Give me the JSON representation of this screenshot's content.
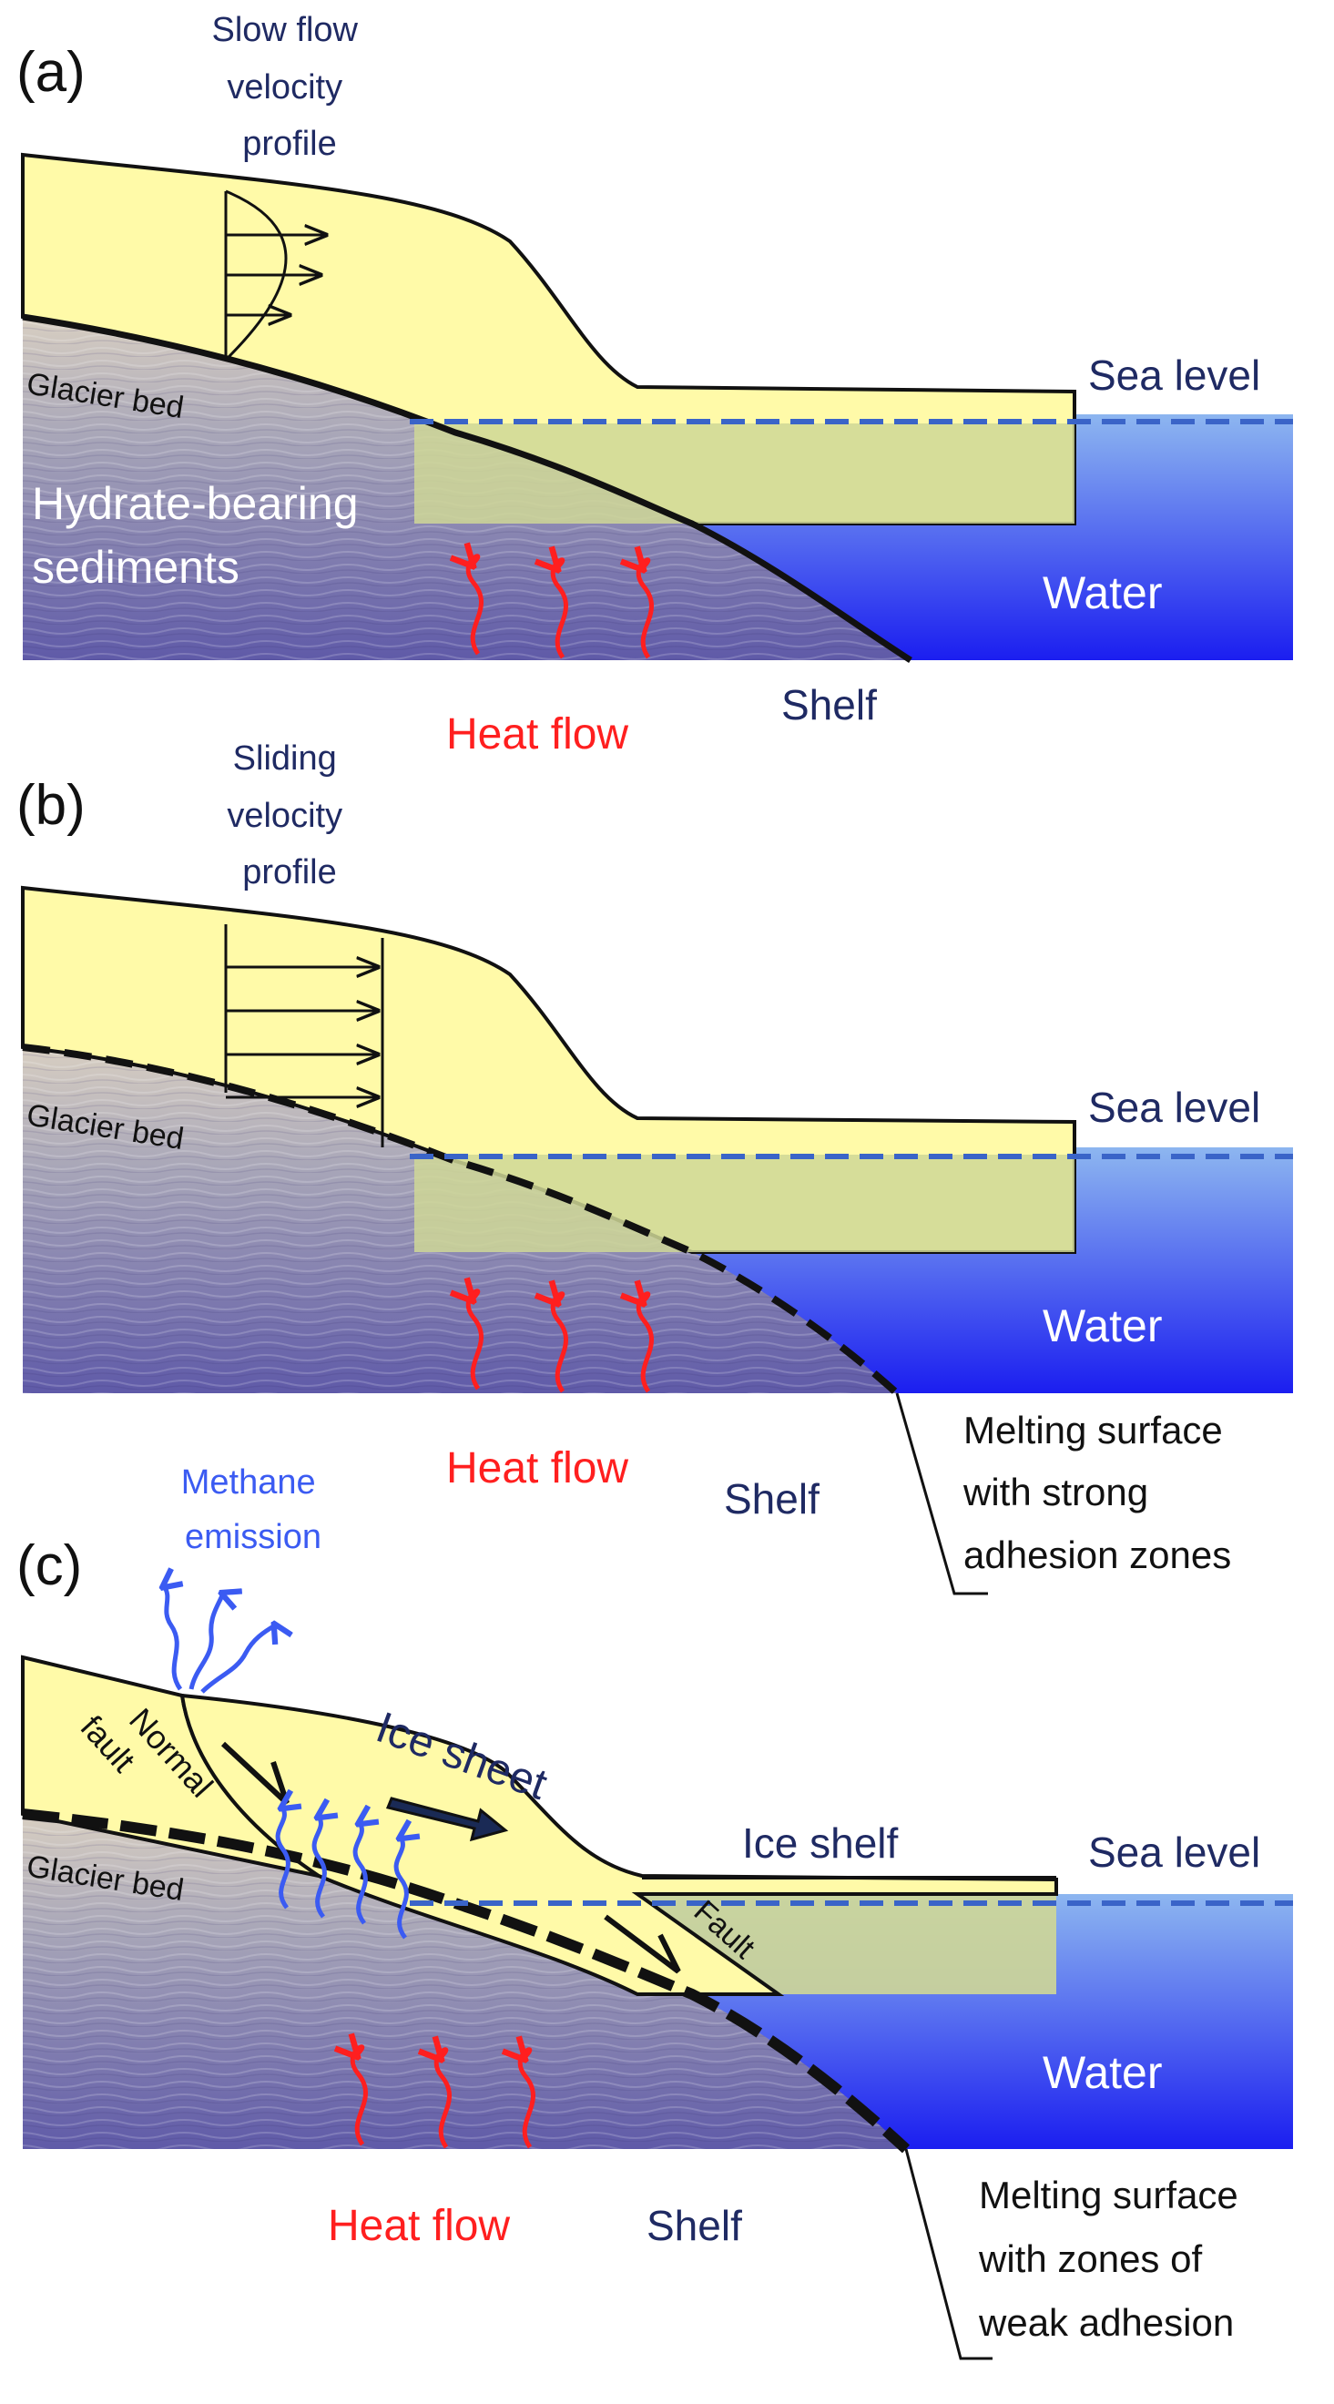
{
  "colors": {
    "ice": "#fffaa8",
    "ice_floating": "#cfd796",
    "water_top": "#8db6f0",
    "water_bottom": "#1b1ef0",
    "sediment_top": "#d8cfc2",
    "sediment_bottom": "#5f5aa8",
    "heat_arrow": "#ff1f1f",
    "methane_arrow": "#3b5bf2",
    "sea_level_line": "#3a64c8",
    "text_navy": "#1f2a63"
  },
  "panel_a": {
    "label": "(a)",
    "velocity_profile_label": [
      "Slow flow",
      "velocity",
      "profile"
    ],
    "glacier_bed": "Glacier bed",
    "sediments": [
      "Hydrate-bearing",
      "sediments"
    ],
    "sea_level": "Sea level",
    "water": "Water",
    "heat_flow": "Heat flow",
    "shelf": "Shelf"
  },
  "panel_b": {
    "label": "(b)",
    "velocity_profile_label": [
      "Sliding",
      "velocity",
      "profile"
    ],
    "glacier_bed": "Glacier bed",
    "sea_level": "Sea level",
    "water": "Water",
    "heat_flow": "Heat flow",
    "shelf": "Shelf",
    "melting_surface": [
      "Melting surface",
      "with strong",
      "adhesion zones"
    ]
  },
  "panel_c": {
    "label": "(c)",
    "methane": [
      "Methane",
      "emission"
    ],
    "normal_fault": [
      "Normal",
      "fault"
    ],
    "ice_sheet": "Ice sheet",
    "ice_shelf": "Ice shelf",
    "fault": "Fault",
    "glacier_bed": "Glacier bed",
    "sea_level": "Sea level",
    "water": "Water",
    "heat_flow": "Heat flow",
    "shelf": "Shelf",
    "melting_surface": [
      "Melting surface",
      "with zones of",
      "weak adhesion"
    ]
  }
}
